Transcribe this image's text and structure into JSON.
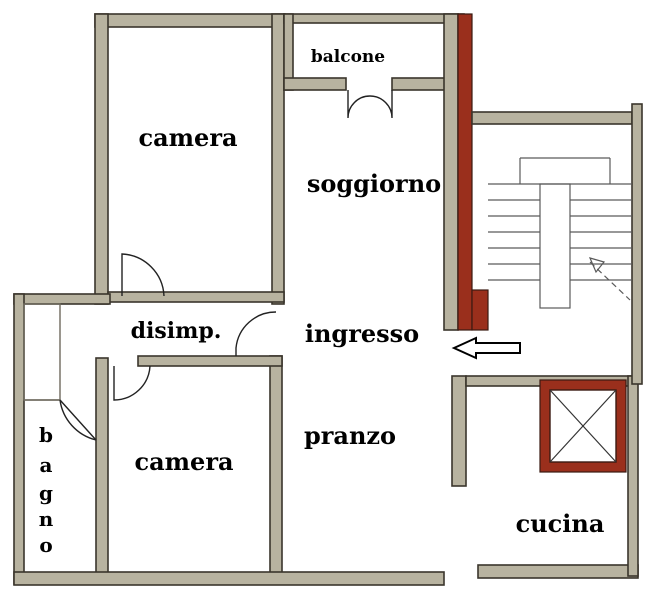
{
  "rooms": {
    "balcone": "balcone",
    "camera_top": "camera",
    "soggiorno": "soggiorno",
    "disimp": "disimp.",
    "ingresso": "ingresso",
    "pranzo": "pranzo",
    "camera_bottom": "camera",
    "bagno": [
      "b",
      "a",
      "g",
      "n",
      "o"
    ],
    "cucina": "cucina"
  },
  "colors": {
    "wall": "#b8b3a0",
    "wall_outline": "#3a352c",
    "stair_wall": "#9a2f1c",
    "entrance_arrow": "#000000"
  },
  "icons": {
    "entrance": "entrance-arrow-icon",
    "lift": "elevator-shaft-icon",
    "stairs": "staircase-icon"
  }
}
